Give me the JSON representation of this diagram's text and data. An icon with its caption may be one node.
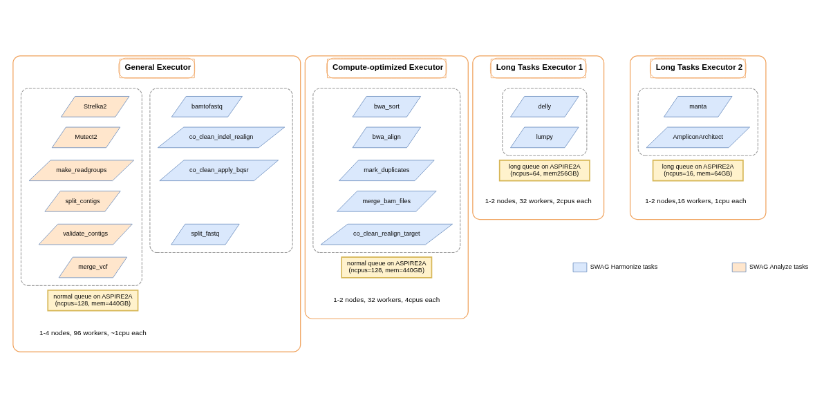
{
  "diagram": {
    "nodes": [
      {
        "text": [
          "General Executor",
          "1-4 nodes, 96 workers, ~1cpu each"
        ]
      },
      {
        "text": [],
        "shape": "box",
        "in": 0
      },
      {
        "text": [
          "bamtofastq"
        ],
        "in": 1
      },
      {
        "text": [
          "co_clean_indel_realign"
        ],
        "in": 1
      },
      {
        "text": [
          "co_clean_apply_bqsr"
        ],
        "in": 1
      },
      {
        "text": [
          "split_fastq"
        ],
        "in": 1
      },
      {
        "text": [],
        "shape": "box",
        "in": 0
      },
      {
        "text": [
          "Strelka2"
        ],
        "in": 6
      },
      {
        "text": [
          "Mutect2"
        ],
        "in": 6
      },
      {
        "text": [
          "make_readgroups"
        ],
        "in": 6
      },
      {
        "text": [
          "split_contigs"
        ],
        "in": 6
      },
      {
        "text": [
          "validate_contigs"
        ],
        "in": 6
      },
      {
        "text": [
          "merge_vcf"
        ],
        "in": 6
      },
      {
        "text": [
          "normal queue on ASPIRE2A (ncpus=128, mem=440GB)"
        ],
        "in": 0
      },
      {
        "text": [
          "Compute-optimized Executor",
          "1-2 nodes, 32 workers, 4cpus each"
        ]
      },
      {
        "text": [],
        "shape": "box",
        "in": 14
      },
      {
        "text": [
          "bwa_sort"
        ],
        "in": 15
      },
      {
        "text": [
          "bwa_align"
        ],
        "in": 15
      },
      {
        "text": [
          "mark_duplicates"
        ],
        "in": 15
      },
      {
        "text": [
          "merge_bam_files"
        ],
        "in": 15
      },
      {
        "text": [
          "co_clean_realign_target"
        ],
        "in": 15
      },
      {
        "text": [
          "normal queue on ASPIRE2A (ncpus=128, mem=440GB)"
        ],
        "in": 14
      },
      {
        "text": [
          "Long Tasks Executor 1",
          "1-2 nodes, 32 workers, 2cpus each"
        ]
      },
      {
        "text": [],
        "shape": "box",
        "in": 22
      },
      {
        "text": [
          "delly"
        ],
        "in": 23
      },
      {
        "text": [
          "lumpy"
        ],
        "in": 23
      },
      {
        "text": [
          "long queue on ASPIRE2A (ncpus=64, mem256GB)"
        ],
        "in": 22
      },
      {
        "text": [
          "Long Tasks Executor 2",
          "1-2 nodes,16 workers, 1cpu each"
        ]
      },
      {
        "text": [],
        "shape": "box",
        "in": 27
      },
      {
        "text": [
          "manta"
        ],
        "in": 28
      },
      {
        "text": [
          "AmpliconArchitect"
        ],
        "in": 28
      },
      {
        "text": [
          "long queue on ASPIRE2A (ncpus=16, mem=64GB)"
        ],
        "in": 27
      }
    ],
    "edges": [],
    "legend": [
      {
        "text": "SWAG Harmonize tasks",
        "color": "#dae8fc"
      },
      {
        "text": "SWAG Analyze tasks",
        "color": "#ffe6cc"
      }
    ]
  }
}
